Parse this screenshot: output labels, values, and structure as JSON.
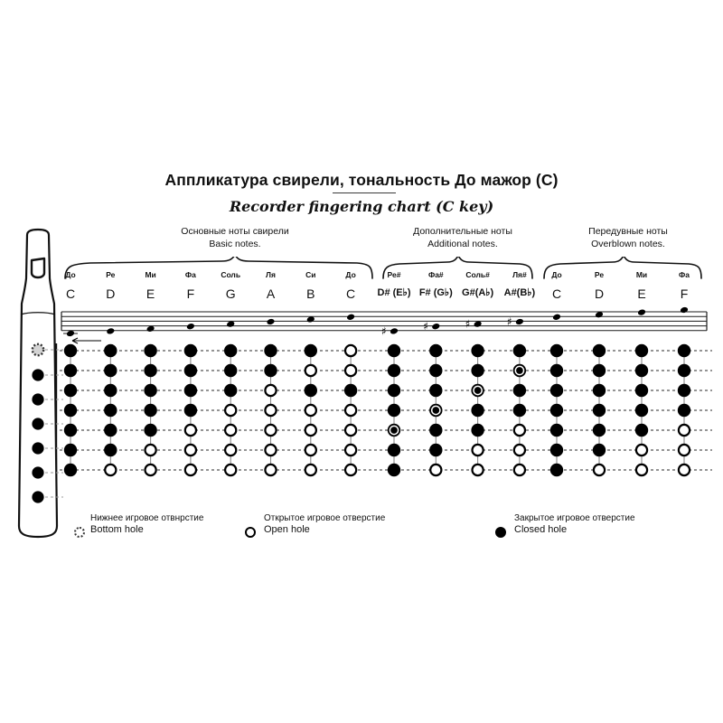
{
  "title": {
    "ru": "Аппликатура свирели, тональность До мажор (С)",
    "en": "Recorder fingering chart (C key)"
  },
  "groups": [
    {
      "id": "basic",
      "ru": "Основные ноты свирели",
      "en": "Basic notes."
    },
    {
      "id": "additional",
      "ru": "Дополнительные ноты",
      "en": "Additional notes."
    },
    {
      "id": "overblown",
      "ru": "Передувные ноты",
      "en": "Overblown notes."
    }
  ],
  "columns": [
    {
      "group": "basic",
      "ru": "До",
      "en": "C",
      "staff_step": 0,
      "sharp": false
    },
    {
      "group": "basic",
      "ru": "Ре",
      "en": "D",
      "staff_step": 1,
      "sharp": false
    },
    {
      "group": "basic",
      "ru": "Ми",
      "en": "E",
      "staff_step": 2,
      "sharp": false
    },
    {
      "group": "basic",
      "ru": "Фа",
      "en": "F",
      "staff_step": 3,
      "sharp": false
    },
    {
      "group": "basic",
      "ru": "Соль",
      "en": "G",
      "staff_step": 4,
      "sharp": false
    },
    {
      "group": "basic",
      "ru": "Ля",
      "en": "A",
      "staff_step": 5,
      "sharp": false
    },
    {
      "group": "basic",
      "ru": "Си",
      "en": "B",
      "staff_step": 6,
      "sharp": false
    },
    {
      "group": "basic",
      "ru": "До",
      "en": "C",
      "staff_step": 7,
      "sharp": false
    },
    {
      "group": "additional",
      "ru": "Ре#",
      "en": "D# (E♭)",
      "staff_step": 1,
      "sharp": true
    },
    {
      "group": "additional",
      "ru": "Фа#",
      "en": "F# (G♭)",
      "staff_step": 3,
      "sharp": true
    },
    {
      "group": "additional",
      "ru": "Соль#",
      "en": "G#(A♭)",
      "staff_step": 4,
      "sharp": true
    },
    {
      "group": "additional",
      "ru": "Ля#",
      "en": "A#(B♭)",
      "staff_step": 5,
      "sharp": true
    },
    {
      "group": "overblown",
      "ru": "До",
      "en": "C",
      "staff_step": 7,
      "sharp": false
    },
    {
      "group": "overblown",
      "ru": "Ре",
      "en": "D",
      "staff_step": 8,
      "sharp": false
    },
    {
      "group": "overblown",
      "ru": "Ми",
      "en": "E",
      "staff_step": 9,
      "sharp": false
    },
    {
      "group": "overblown",
      "ru": "Фа",
      "en": "F",
      "staff_step": 10,
      "sharp": false
    }
  ],
  "hole_rows": [
    "thumb",
    "hole1",
    "hole2",
    "hole3",
    "hole4",
    "hole5",
    "hole6"
  ],
  "fingerings": [
    {
      "note": "C",
      "holes": [
        "closed",
        "closed",
        "closed",
        "closed",
        "closed",
        "closed",
        "closed"
      ]
    },
    {
      "note": "D",
      "holes": [
        "closed",
        "closed",
        "closed",
        "closed",
        "closed",
        "closed",
        "open"
      ]
    },
    {
      "note": "E",
      "holes": [
        "closed",
        "closed",
        "closed",
        "closed",
        "closed",
        "open",
        "open"
      ]
    },
    {
      "note": "F",
      "holes": [
        "closed",
        "closed",
        "closed",
        "closed",
        "open",
        "open",
        "open"
      ]
    },
    {
      "note": "G",
      "holes": [
        "closed",
        "closed",
        "closed",
        "open",
        "open",
        "open",
        "open"
      ]
    },
    {
      "note": "A",
      "holes": [
        "closed",
        "closed",
        "open",
        "open",
        "open",
        "open",
        "open"
      ]
    },
    {
      "note": "B",
      "holes": [
        "closed",
        "open",
        "closed",
        "open",
        "open",
        "open",
        "open"
      ]
    },
    {
      "note": "C8",
      "holes": [
        "open",
        "open",
        "closed",
        "open",
        "open",
        "open",
        "open"
      ]
    },
    {
      "note": "D#",
      "holes": [
        "closed",
        "closed",
        "closed",
        "closed",
        "halfclosed",
        "closed",
        "closed"
      ]
    },
    {
      "note": "F#",
      "holes": [
        "closed",
        "closed",
        "closed",
        "halfclosed",
        "closed",
        "closed",
        "open"
      ]
    },
    {
      "note": "G#",
      "holes": [
        "closed",
        "closed",
        "halfclosed",
        "closed",
        "closed",
        "open",
        "open"
      ]
    },
    {
      "note": "A#",
      "holes": [
        "closed",
        "halfclosed",
        "closed",
        "closed",
        "open",
        "open",
        "open"
      ]
    },
    {
      "note": "C-over",
      "holes": [
        "closed",
        "closed",
        "closed",
        "closed",
        "closed",
        "closed",
        "closed"
      ]
    },
    {
      "note": "D-over",
      "holes": [
        "closed",
        "closed",
        "closed",
        "closed",
        "closed",
        "closed",
        "open"
      ]
    },
    {
      "note": "E-over",
      "holes": [
        "closed",
        "closed",
        "closed",
        "closed",
        "closed",
        "open",
        "open"
      ]
    },
    {
      "note": "F-over",
      "holes": [
        "closed",
        "closed",
        "closed",
        "closed",
        "open",
        "open",
        "open"
      ]
    }
  ],
  "legend": [
    {
      "id": "bottom",
      "glyph": "bottom-hole-icon",
      "ru": "Нижнее игровое отвнрстие",
      "en": "Bottom hole"
    },
    {
      "id": "open",
      "glyph": "open-hole-icon",
      "ru": "Открытое игровое отверстие",
      "en": "Open hole"
    },
    {
      "id": "closed",
      "glyph": "closed-hole-icon",
      "ru": "Закрытое игровое отверстие",
      "en": "Closed hole"
    }
  ],
  "instrument": {
    "name": "recorder-illustration",
    "mouthpiece": "window-labium",
    "hole_count": 7
  },
  "colors": {
    "ink": "#111111",
    "staff_line": "#1a1a1a",
    "grid_dash": "#555555",
    "column_stem": "#8a8a8a"
  }
}
